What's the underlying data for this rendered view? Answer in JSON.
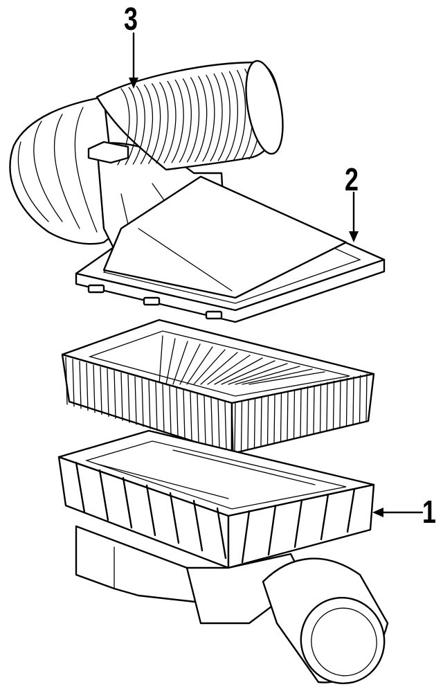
{
  "callouts": {
    "part1": "1",
    "part2": "2",
    "part3": "3"
  },
  "colors": {
    "ink": "#000000",
    "paper": "#ffffff"
  }
}
